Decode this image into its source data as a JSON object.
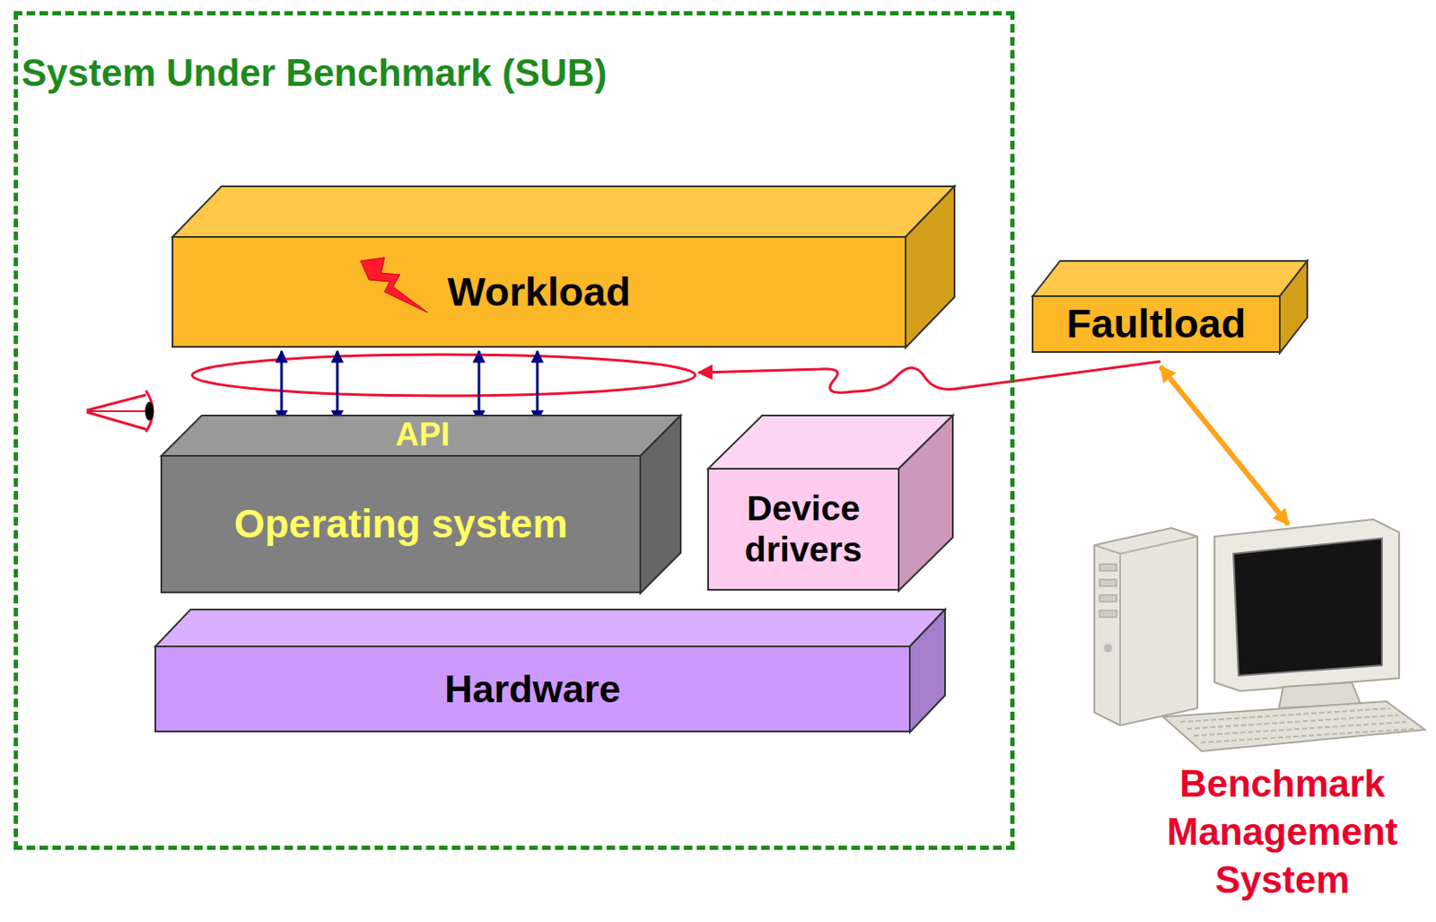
{
  "diagram": {
    "nodes": [
      {
        "text": [
          "System Under Benchmark (SUB)"
        ]
      },
      {
        "text": [
          "Workload"
        ],
        "in": 0
      },
      {
        "text": [
          "API",
          "Operating system"
        ],
        "in": 0
      },
      {
        "text": [
          "Device drivers"
        ],
        "in": 0
      },
      {
        "text": [
          "Hardware"
        ],
        "in": 0
      },
      {
        "text": [
          "Faultload"
        ]
      },
      {
        "text": [
          "Benchmark Management System"
        ]
      }
    ],
    "edges": [
      {
        "from": 1,
        "to": 2,
        "arrow": "both"
      },
      {
        "from": 1,
        "to": 2,
        "arrow": "both"
      },
      {
        "from": 1,
        "to": 2,
        "arrow": "both"
      },
      {
        "from": 1,
        "to": 2,
        "arrow": "both"
      },
      {
        "from": 5,
        "to": 2,
        "arrow": "to"
      },
      {
        "from": 5,
        "to": 6,
        "arrow": "both"
      }
    ]
  }
}
